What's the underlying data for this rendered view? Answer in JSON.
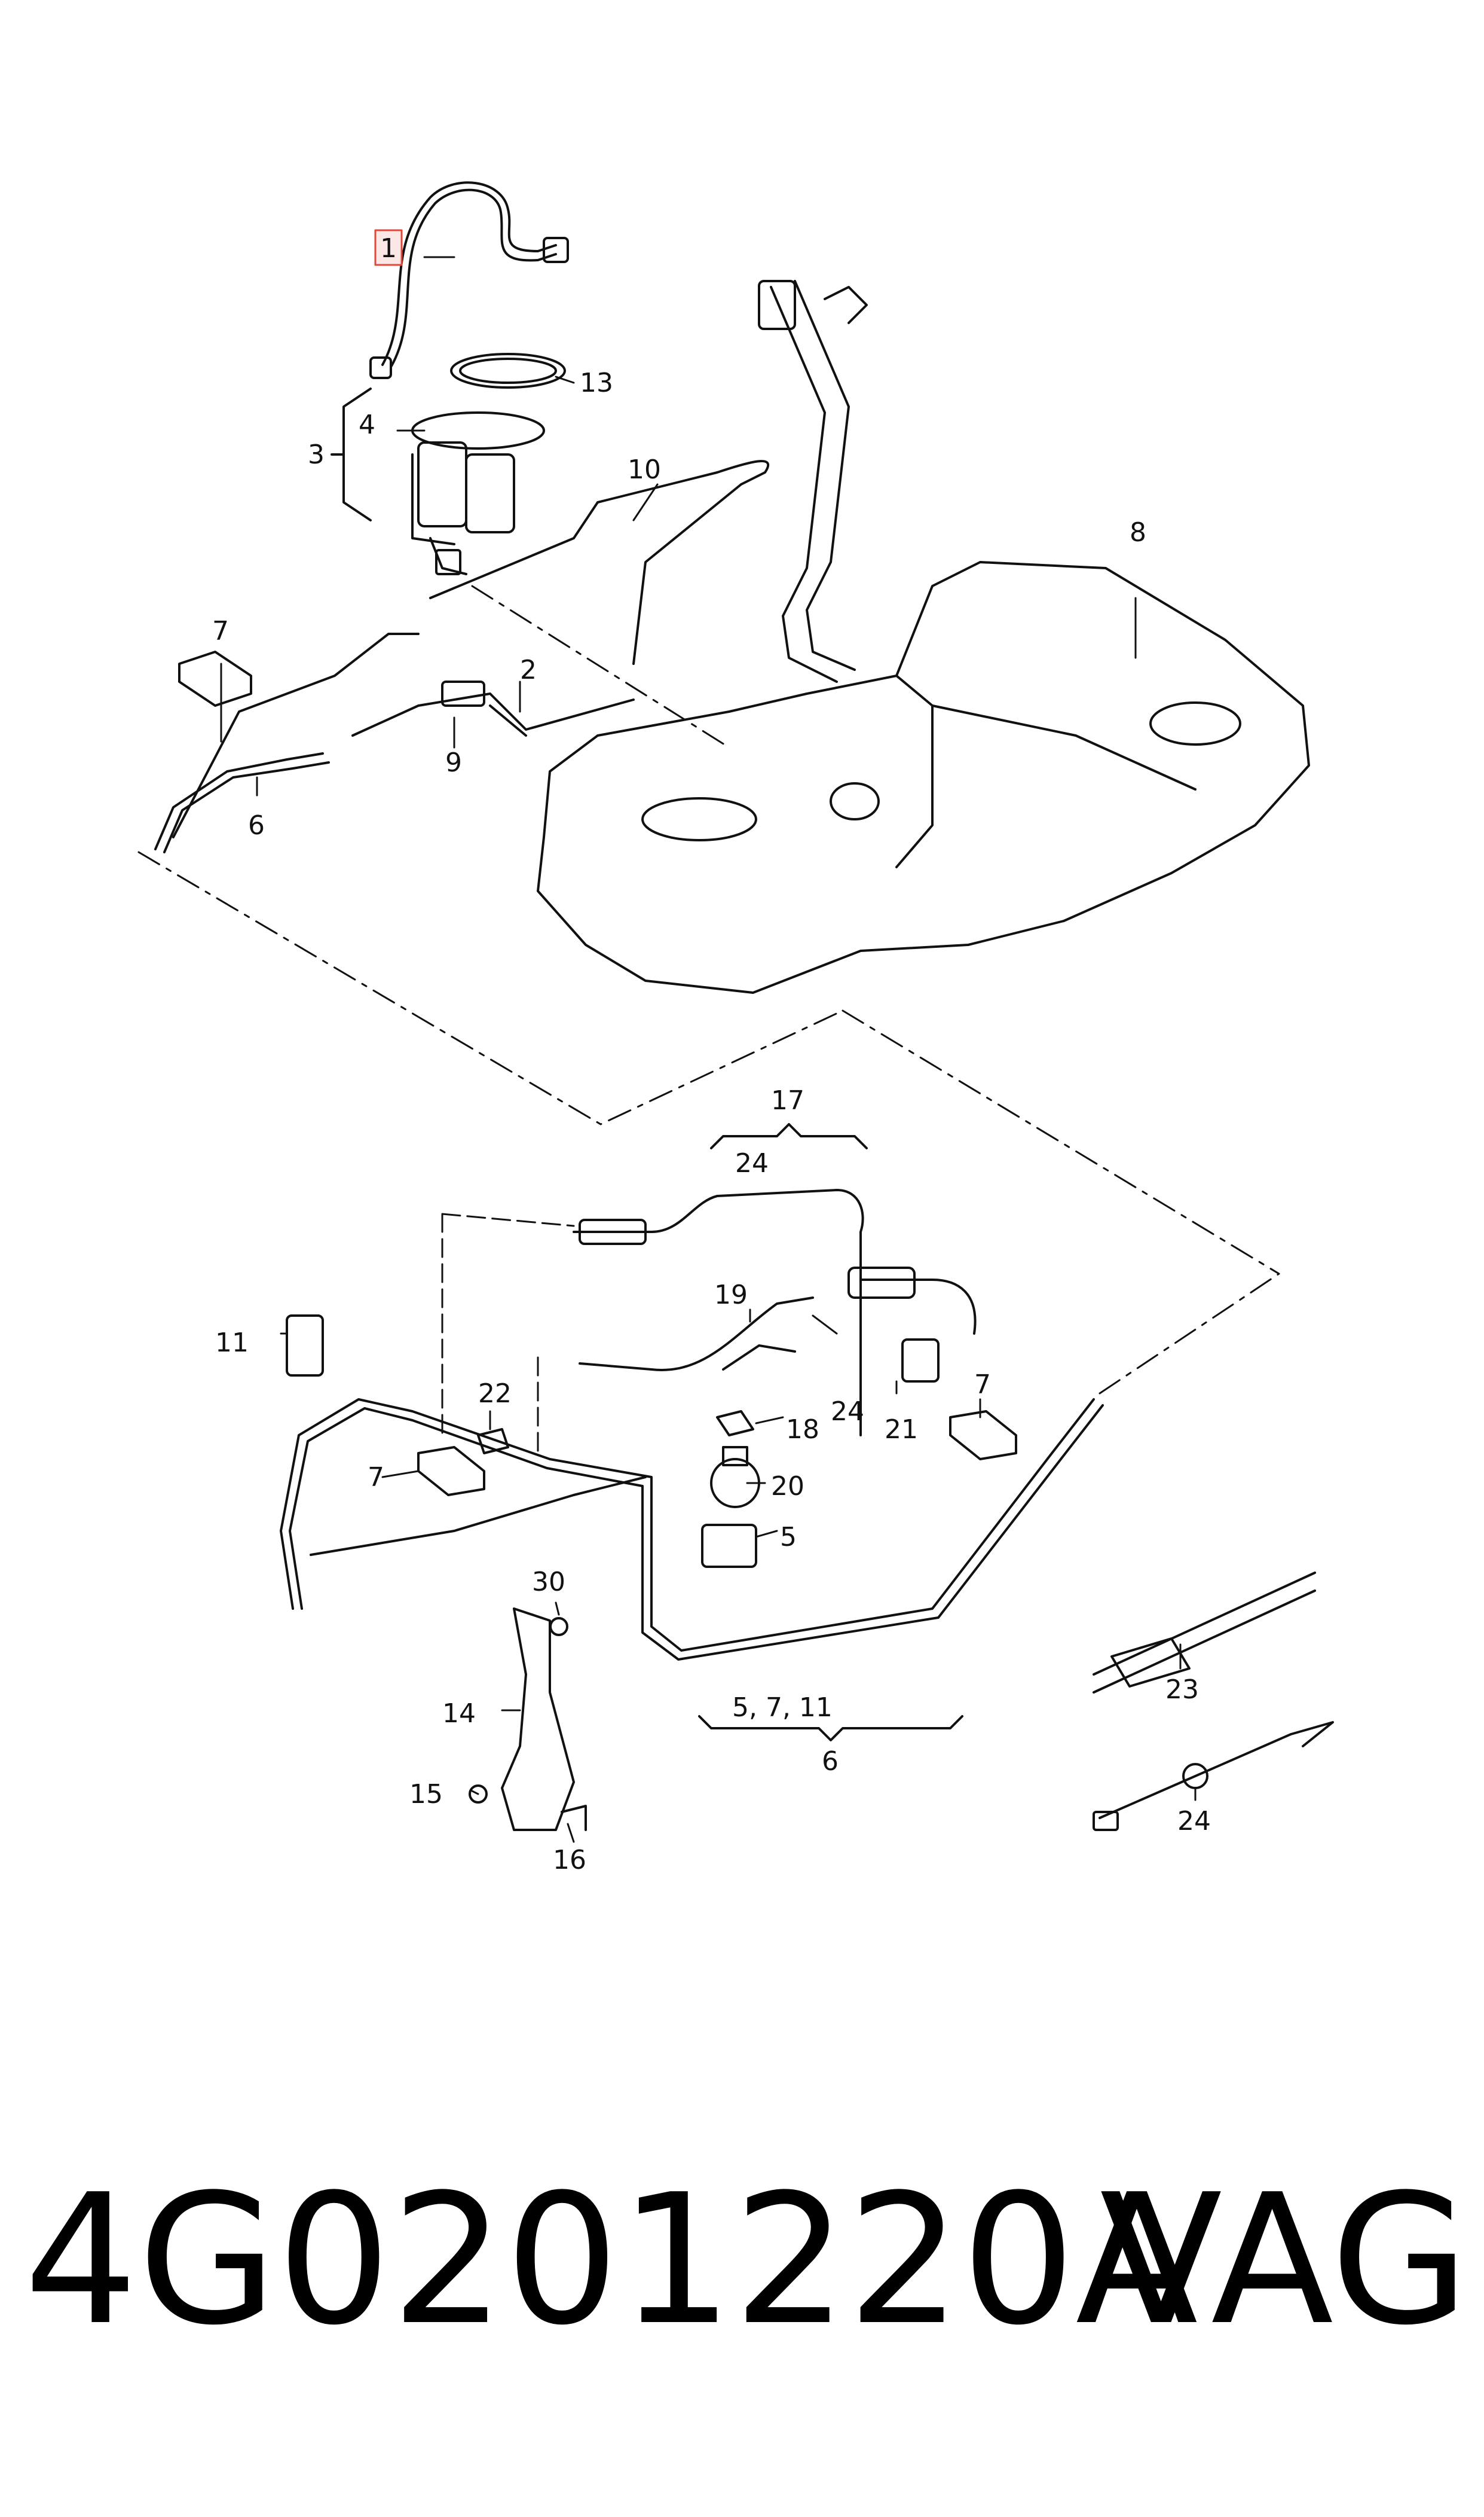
{
  "diagram": {
    "callouts": [
      {
        "id": "c1",
        "text": "1",
        "highlighted": true
      },
      {
        "id": "c13",
        "text": "13"
      },
      {
        "id": "c4",
        "text": "4"
      },
      {
        "id": "c3",
        "text": "3"
      },
      {
        "id": "c10",
        "text": "10"
      },
      {
        "id": "c8",
        "text": "8"
      },
      {
        "id": "c7a",
        "text": "7"
      },
      {
        "id": "c2",
        "text": "2"
      },
      {
        "id": "c9",
        "text": "9"
      },
      {
        "id": "c6a",
        "text": "6"
      },
      {
        "id": "c17",
        "text": "17"
      },
      {
        "id": "c24a",
        "text": "24"
      },
      {
        "id": "c19",
        "text": "19"
      },
      {
        "id": "c11",
        "text": "11"
      },
      {
        "id": "c22",
        "text": "22"
      },
      {
        "id": "c24b",
        "text": "24"
      },
      {
        "id": "c18",
        "text": "18"
      },
      {
        "id": "c21",
        "text": "21"
      },
      {
        "id": "c7b",
        "text": "7"
      },
      {
        "id": "c7c",
        "text": "7"
      },
      {
        "id": "c20",
        "text": "20"
      },
      {
        "id": "c5",
        "text": "5"
      },
      {
        "id": "c30",
        "text": "30"
      },
      {
        "id": "c14",
        "text": "14"
      },
      {
        "id": "c5711",
        "text": "5, 7, 11"
      },
      {
        "id": "c6b",
        "text": "6"
      },
      {
        "id": "c23",
        "text": "23"
      },
      {
        "id": "c15",
        "text": "15"
      },
      {
        "id": "c16",
        "text": "16"
      },
      {
        "id": "c24c",
        "text": "24"
      }
    ],
    "highlight_color": "#e0483c",
    "line_color": "#111111"
  },
  "caption": {
    "part_number": "4G0201220A",
    "brand": "VAG"
  }
}
